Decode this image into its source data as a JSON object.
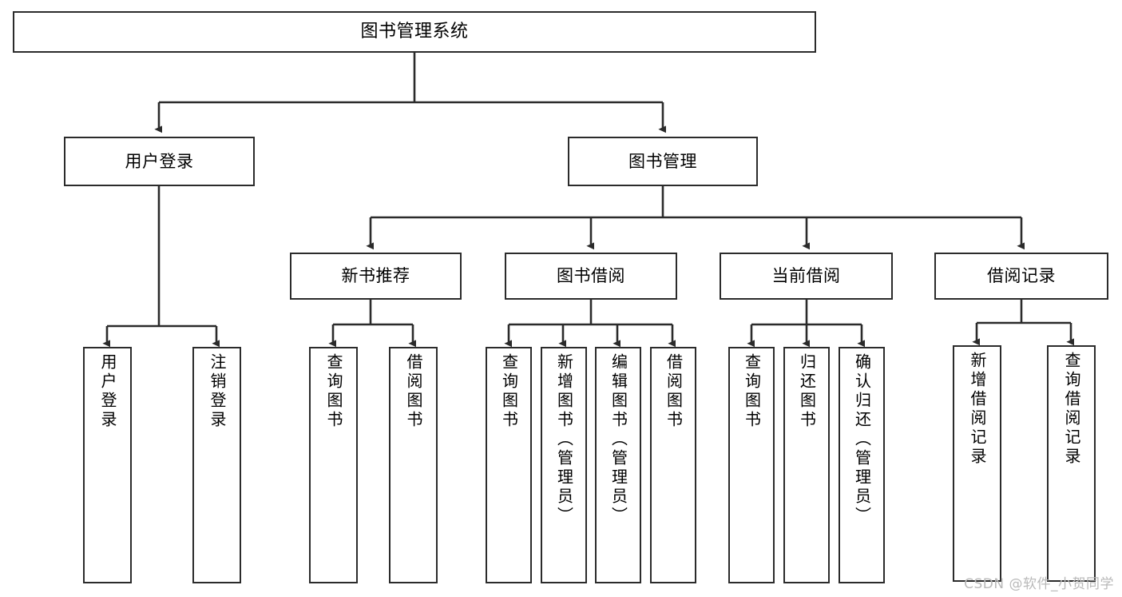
{
  "diagram": {
    "title": "图书管理系统",
    "type": "tree",
    "orientation": "top-down",
    "style": {
      "background": "#ffffff",
      "box_border": "#2b2b2b",
      "box_fill": "#ffffff",
      "edge_color": "#2b2b2b",
      "text_color": "#000000",
      "watermark_color": "#b9b9b9"
    },
    "watermark": "CSDN @软件_小贺同学",
    "nodes": {
      "root": {
        "label": "图书管理系统",
        "level": 1
      },
      "l2": [
        {
          "id": "user_login",
          "label": "用户登录",
          "level": 2
        },
        {
          "id": "book_mgmt",
          "label": "图书管理",
          "level": 2
        }
      ],
      "l3": [
        {
          "id": "new_book_rec",
          "label": "新书推荐",
          "level": 3,
          "parent": "book_mgmt"
        },
        {
          "id": "book_borrow",
          "label": "图书借阅",
          "level": 3,
          "parent": "book_mgmt"
        },
        {
          "id": "current_borrow",
          "label": "当前借阅",
          "level": 3,
          "parent": "book_mgmt"
        },
        {
          "id": "borrow_record",
          "label": "借阅记录",
          "level": 3,
          "parent": "book_mgmt"
        }
      ],
      "leaves": [
        {
          "id": "leaf_user_login",
          "label": "用户登录",
          "parent": "user_login"
        },
        {
          "id": "leaf_user_logout",
          "label": "注销登录",
          "parent": "user_login"
        },
        {
          "id": "leaf_query_book_1",
          "label": "查询图书",
          "parent": "new_book_rec"
        },
        {
          "id": "leaf_borrow_book_1",
          "label": "借阅图书",
          "parent": "new_book_rec"
        },
        {
          "id": "leaf_query_book_2",
          "label": "查询图书",
          "parent": "book_borrow"
        },
        {
          "id": "leaf_add_book",
          "label": "新增图书（管理员）",
          "parent": "book_borrow"
        },
        {
          "id": "leaf_edit_book",
          "label": "编辑图书（管理员）",
          "parent": "book_borrow"
        },
        {
          "id": "leaf_borrow_book_2",
          "label": "借阅图书",
          "parent": "book_borrow"
        },
        {
          "id": "leaf_query_book_3",
          "label": "查询图书",
          "parent": "current_borrow"
        },
        {
          "id": "leaf_return_book",
          "label": "归还图书",
          "parent": "current_borrow"
        },
        {
          "id": "leaf_confirm_return",
          "label": "确认归还（管理员）",
          "parent": "current_borrow"
        },
        {
          "id": "leaf_add_record",
          "label": "新增借阅记录",
          "parent": "borrow_record"
        },
        {
          "id": "leaf_query_record",
          "label": "查询借阅记录",
          "parent": "borrow_record"
        }
      ]
    }
  }
}
